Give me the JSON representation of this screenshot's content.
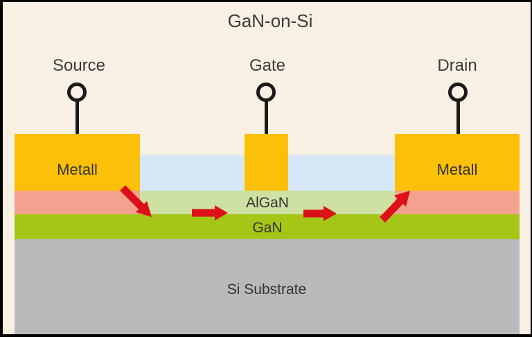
{
  "title": "GaN-on-Si",
  "terminals": {
    "source": {
      "label": "Source"
    },
    "gate": {
      "label": "Gate"
    },
    "drain": {
      "label": "Drain"
    }
  },
  "contacts": {
    "source_metal_label": "Metall",
    "drain_metal_label": "Metall"
  },
  "layers": {
    "algan": {
      "label": "AlGaN",
      "color": "#cfe1a2"
    },
    "gan": {
      "label": "GaN",
      "color": "#a5c517"
    },
    "substrate": {
      "label": "Si Substrate",
      "color": "#b7b9bb"
    },
    "passivation": {
      "color": "#d6e7f7"
    },
    "ohmic_contact_region": {
      "color": "#f3a28f"
    },
    "metal": {
      "color": "#fcc008"
    }
  },
  "colors": {
    "background": "#f8f0e3",
    "frame": "#000000",
    "terminal_line": "#1a1a1a",
    "text": "#3a3a3a",
    "arrow": "#dc1118"
  },
  "icons": {
    "terminal_circles": [
      "source-terminal-circle-icon",
      "gate-terminal-circle-icon",
      "drain-terminal-circle-icon"
    ],
    "current_arrows": [
      "current-arrow-source-down-icon",
      "current-arrow-channel-left-icon",
      "current-arrow-channel-right-icon",
      "current-arrow-drain-up-icon"
    ]
  }
}
